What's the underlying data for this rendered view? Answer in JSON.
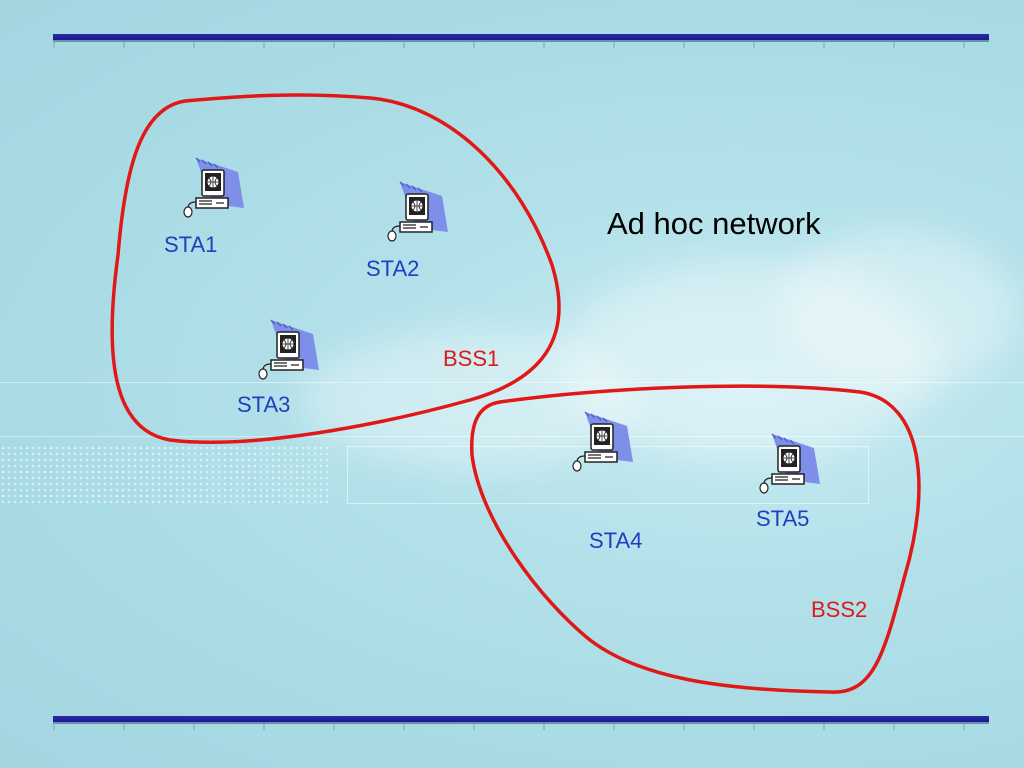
{
  "title": "Ad hoc network",
  "groups": [
    {
      "label": "BSS1",
      "stations": [
        "STA1",
        "STA2",
        "STA3"
      ]
    },
    {
      "label": "BSS2",
      "stations": [
        "STA4",
        "STA5"
      ]
    }
  ],
  "stations": {
    "sta1": "STA1",
    "sta2": "STA2",
    "sta3": "STA3",
    "sta4": "STA4",
    "sta5": "STA5"
  },
  "bss": {
    "bss1": "BSS1",
    "bss2": "BSS2"
  },
  "icons": {
    "station": "computer-workstation-icon"
  },
  "colors": {
    "background": "#aedde7",
    "boundary": "#e01818",
    "station_label": "#1f3fc0",
    "bss_label": "#e01818",
    "title": "#000000",
    "rule": "#1a1a8c"
  }
}
